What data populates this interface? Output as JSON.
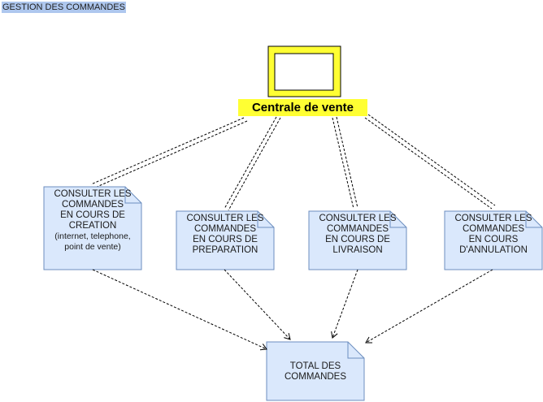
{
  "page": {
    "title": "GESTION DES COMMANDES"
  },
  "central": {
    "label": "Centrale de vente",
    "fill": "#ffff33",
    "stroke": "#000000"
  },
  "notes": [
    {
      "lines": [
        "CONSULTER LES",
        "COMMANDES",
        "EN COURS DE",
        "CREATION"
      ],
      "sub": [
        "(internet, telephone,",
        "point de vente)"
      ]
    },
    {
      "lines": [
        "CONSULTER LES",
        "COMMANDES",
        "EN COURS DE",
        "PREPARATION"
      ]
    },
    {
      "lines": [
        "CONSULTER LES",
        "COMMANDES",
        "EN COURS DE",
        "LIVRAISON"
      ]
    },
    {
      "lines": [
        "CONSULTER LES",
        "COMMANDES",
        "EN COURS",
        "D'ANNULATION"
      ]
    }
  ],
  "total": {
    "lines": [
      "TOTAL DES",
      "COMMANDES"
    ]
  },
  "colors": {
    "note_fill": "#dae8fc",
    "note_stroke": "#6c8ebf",
    "title_bg": "#aec7ee"
  }
}
